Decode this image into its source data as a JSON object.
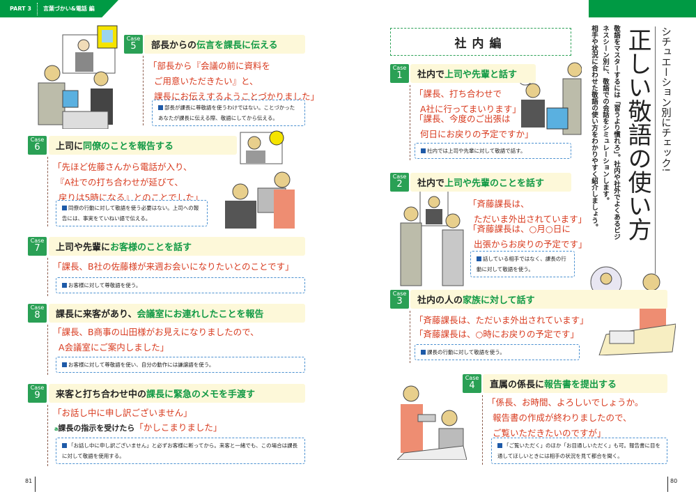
{
  "header": {
    "part": "PART 3",
    "section": "言葉づかい&電話 編"
  },
  "right_heading": {
    "subtitle": "シチュエーション別にチェック!",
    "title": "正しい敬語の使い方",
    "body": [
      "敬語をマスターするには「習うより慣れろ」。社内や社外でよくあるビジ",
      "ネスシーン別に、敬語での会話をシミュレーションします。",
      "相手や状況に合わせた敬語の使い方をわかりやすく紹介しましょう。"
    ]
  },
  "section_label": "社内編",
  "badge_word": "Case",
  "cases": {
    "c1": {
      "num": "1",
      "title_black": "社内で",
      "title_green": "上司や先輩と話す",
      "quotes": [
        "「課長、打ち合わせで\n  A社に行ってまいります」",
        "「課長、今度のご出張は\n  何日にお戻りの予定ですか」"
      ],
      "note": "社内では上司や先輩に対して敬語で話す。"
    },
    "c2": {
      "num": "2",
      "title_black": "社内で",
      "title_green": "上司や先輩のことを話す",
      "quotes": [
        "「斉藤課長は、\n  ただいま外出されています」",
        "「斉藤課長は、○月○日に\n  出張からお戻りの予定です」"
      ],
      "note": "話している相手ではなく、課長の行動に対して敬語を使う。"
    },
    "c3": {
      "num": "3",
      "title_black": "社内の人の",
      "title_green": "家族に対して話す",
      "quotes": [
        "「斉藤課長は、ただいま外出されています」",
        "「斉藤課長は、○時にお戻りの予定です」"
      ],
      "note": "課長の行動に対して敬語を使う。"
    },
    "c4": {
      "num": "4",
      "title_black": "直属の係長に",
      "title_green": "報告書を提出する",
      "quotes": [
        "「係長、お時間、よろしいでしょうか。\n  報告書の作成が終わりましたので、\n  ご覧いただきたいのですが」"
      ],
      "note": "「ご覧いただく」のほか「お目通しいただく」も可。報告書に目を通してほしいときには相手の状況を見て都合を聞く。"
    },
    "c5": {
      "num": "5",
      "title_black": "部長からの",
      "title_green": "伝言を課長に伝える",
      "quotes": [
        "「部長から『会議の前に資料を\n  ご用意いただきたい』と、\n  課長にお伝えするようことづかりました」"
      ],
      "note": "部長が課長に尊敬語を使うわけではない。ことづかったあなたが課長に伝える際、敬語にしてから伝える。"
    },
    "c6": {
      "num": "6",
      "title_black": "上司に",
      "title_green": "同僚のことを報告する",
      "quotes": [
        "「先ほど佐藤さんから電話が入り、\n 『A社での打ち合わせが延びて、\n  戻りは5時になる』とのことでした」"
      ],
      "note": "同僚の行動に対して敬語を使う必要はない。上司への報告には、事実をていねい語で伝える。"
    },
    "c7": {
      "num": "7",
      "title_black": "上司や先輩に",
      "title_green": "お客様のことを話す",
      "quotes": [
        "「課長、B社の佐藤様が来週お会いになりたいとのことです」"
      ],
      "note": "お客様に対して尊敬語を使う。"
    },
    "c8": {
      "num": "8",
      "title_black": "課長に来客があり、",
      "title_green": "会議室にお連れしたことを報告",
      "quotes": [
        "「課長、B商事の山田様がお見えになりましたので、\n  A会議室にご案内しました」"
      ],
      "note": "お客様に対して尊敬語を使い、自分の動作には謙譲語を使う。"
    },
    "c9": {
      "num": "9",
      "title_black": "来客と打ち合わせ中の",
      "title_green": "課長に緊急のメモを手渡す",
      "quotes": [
        "「お話し中に申し訳ございません」",
        "「かしこまりました」"
      ],
      "arrow": "a",
      "sub": "課長の指示を受けたら",
      "note": "「お話し中に申し訳ございません」と必ずお客様に断ってから。来客と一緒でも、この場合は課長に対して敬語を使用する。"
    }
  },
  "pages": {
    "left": "81",
    "right": "80"
  },
  "colors": {
    "green": "#009a44",
    "red": "#d83a1e",
    "title_bg": "#fdf8d9"
  }
}
